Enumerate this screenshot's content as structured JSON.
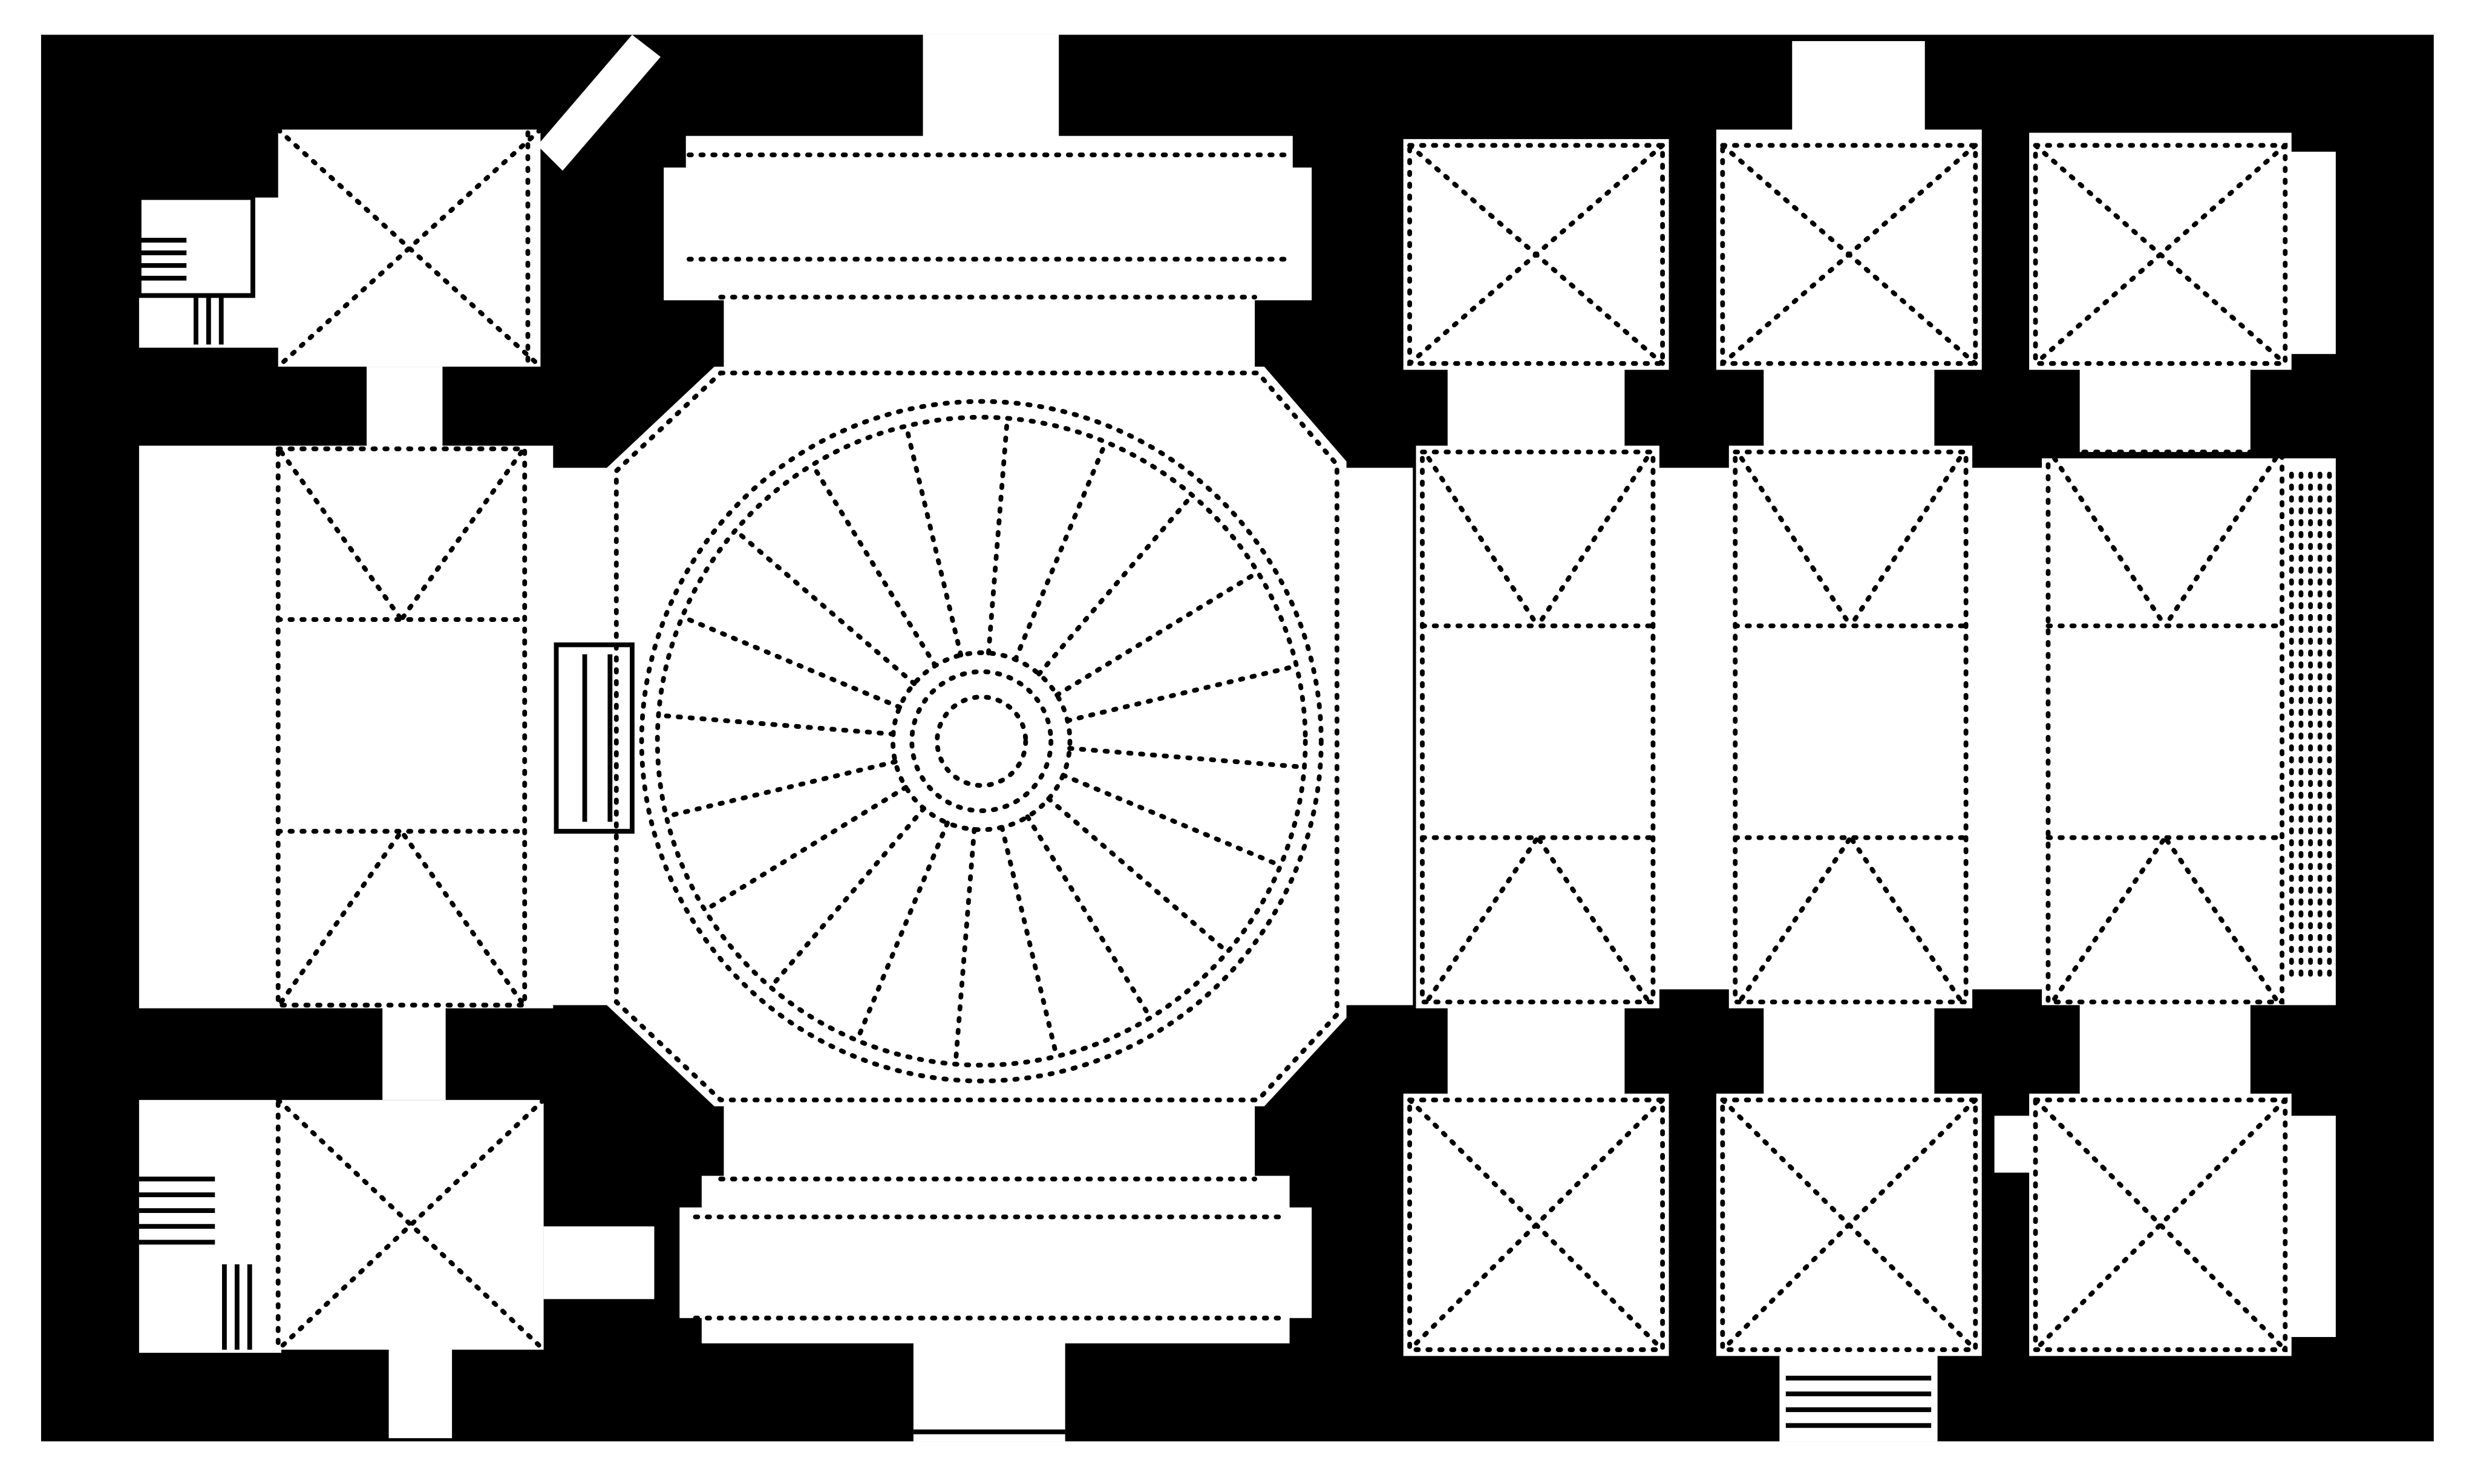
{
  "diagram": {
    "kind": "architectural floor plan",
    "colors": {
      "wall": "#000000",
      "space": "#ffffff",
      "vault_lines": "#000000"
    },
    "spaces": {
      "central_rotunda": {
        "vault_type": "radial ribbed dome",
        "rib_count": 20
      },
      "west_bay": {
        "vault_type": "cross vault"
      },
      "north_transept_arm": {
        "vault_type": "barrel vault"
      },
      "south_transept_arm": {
        "vault_type": "barrel vault"
      },
      "nave_bays": {
        "count": 3,
        "vault_type": "cross vault"
      },
      "north_aisle_chapels": {
        "count": 3,
        "vault_type": "cross vault"
      },
      "south_aisle_chapels": {
        "count": 3,
        "vault_type": "cross vault"
      },
      "corner_chapels": {
        "count": 2,
        "vault_type": "cross vault"
      },
      "staircases": {
        "count": 2
      }
    }
  }
}
